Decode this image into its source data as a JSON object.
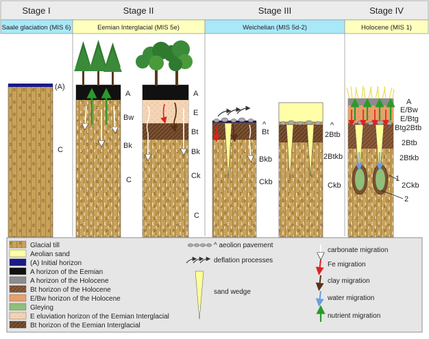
{
  "stages": [
    {
      "title": "Stage I",
      "period": "Saale glaciation (MIS 6)"
    },
    {
      "title": "Stage II",
      "period": "Eemian Interglacial (MIS 5e)"
    },
    {
      "title": "Stage III",
      "period": "Weichelian (MIS 5d-2)"
    },
    {
      "title": "Stage IV",
      "period": "Holocene (MIS 1)"
    }
  ],
  "horizons": {
    "stage1": {
      "initial": "(A)",
      "c": "C"
    },
    "stage2a": {
      "a": "A",
      "bw": "Bw",
      "bk": "Bk",
      "c": "C"
    },
    "stage2b": {
      "a": "A",
      "e": "E",
      "bt": "Bt",
      "bk": "Bk",
      "ck": "Ck",
      "c": "C"
    },
    "stage3a": {
      "caret": "^",
      "bt": "Bt",
      "bkb": "Bkb",
      "ckb": "Ckb"
    },
    "stage3b": {
      "caret": "^",
      "btb": "2Btb",
      "btkb": "2Btkb",
      "ckb": "Ckb"
    },
    "stage4": {
      "a": "A",
      "ebw": "E/Bw",
      "ebtg": "E/Btg",
      "btg2btb": "Btg2Btb",
      "btb": "2Btb",
      "btkb": "2Btkb",
      "ckb": "2Ckb",
      "callout1": "1",
      "callout2": "2"
    }
  },
  "legend": {
    "swatches": [
      {
        "label": "Glacial till",
        "color": "#c9a25a"
      },
      {
        "label": "Aeolian sand",
        "color": "#ffffa8"
      },
      {
        "label": "(A) Initial horizon",
        "color": "#1a1a8a"
      },
      {
        "label": "A horizon of the Eemian",
        "color": "#111111"
      },
      {
        "label": "A horizon of the Holocene",
        "color": "#8c8c8c"
      },
      {
        "label": "Bt horizon of the Holocene",
        "color": "#8a5a3a"
      },
      {
        "label": "E/Bw horizon of the Holocene",
        "color": "#e8a06a"
      },
      {
        "label": "Gleying",
        "color": "#8fbf7a"
      },
      {
        "label": "E eluviation horizon of the Eemian Interglacial",
        "color": "#f4d4b4"
      },
      {
        "label": "Bt horizon of the Eemian Interglacial",
        "color": "#7a5030"
      }
    ],
    "symbols": [
      {
        "label": "^ aeolion pavement"
      },
      {
        "label": "deflation processes"
      },
      {
        "label": "sand wedge"
      }
    ],
    "arrows": [
      {
        "label": "carbonate migration",
        "color": "#ffffff"
      },
      {
        "label": "Fe migration",
        "color": "#e02020"
      },
      {
        "label": "clay migration",
        "color": "#5a3018"
      },
      {
        "label": "water migration",
        "color": "#6a9ee0"
      },
      {
        "label": "nutrient migration",
        "color": "#2a9a2a"
      }
    ]
  }
}
